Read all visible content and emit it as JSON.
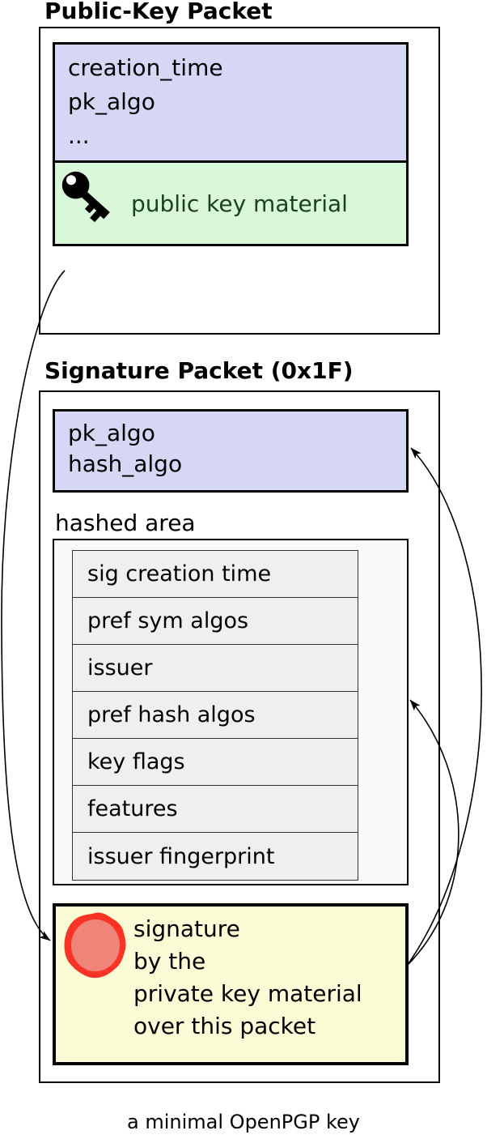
{
  "caption": "a minimal OpenPGP key",
  "colors": {
    "metadata_bg": "#d6d6f5",
    "key_material_bg": "#d9f7d9",
    "key_material_text": "#1a431a",
    "hashed_area_bg": "#fafafa",
    "subpacket_row_bg": "#efefef",
    "signature_bg": "#fbfbd6",
    "seal_ring": "#fa3327",
    "seal_fill": "#ef8578",
    "line_color": "#000000"
  },
  "public_key_packet": {
    "title": "Public-Key Packet",
    "fields": [
      "creation_time",
      "pk_algo",
      "..."
    ],
    "key_material_label": "public key material"
  },
  "signature_packet": {
    "title": "Signature Packet (0x1F)",
    "fields": [
      "pk_algo",
      "hash_algo"
    ],
    "hashed_area": {
      "label": "hashed area",
      "rows": [
        "sig creation time",
        "pref sym algos",
        "issuer",
        "pref hash algos",
        "key flags",
        "features",
        "issuer fingerprint"
      ]
    },
    "signature_box": {
      "lines": [
        "signature",
        "by the",
        "private key material",
        "over this packet"
      ]
    }
  }
}
